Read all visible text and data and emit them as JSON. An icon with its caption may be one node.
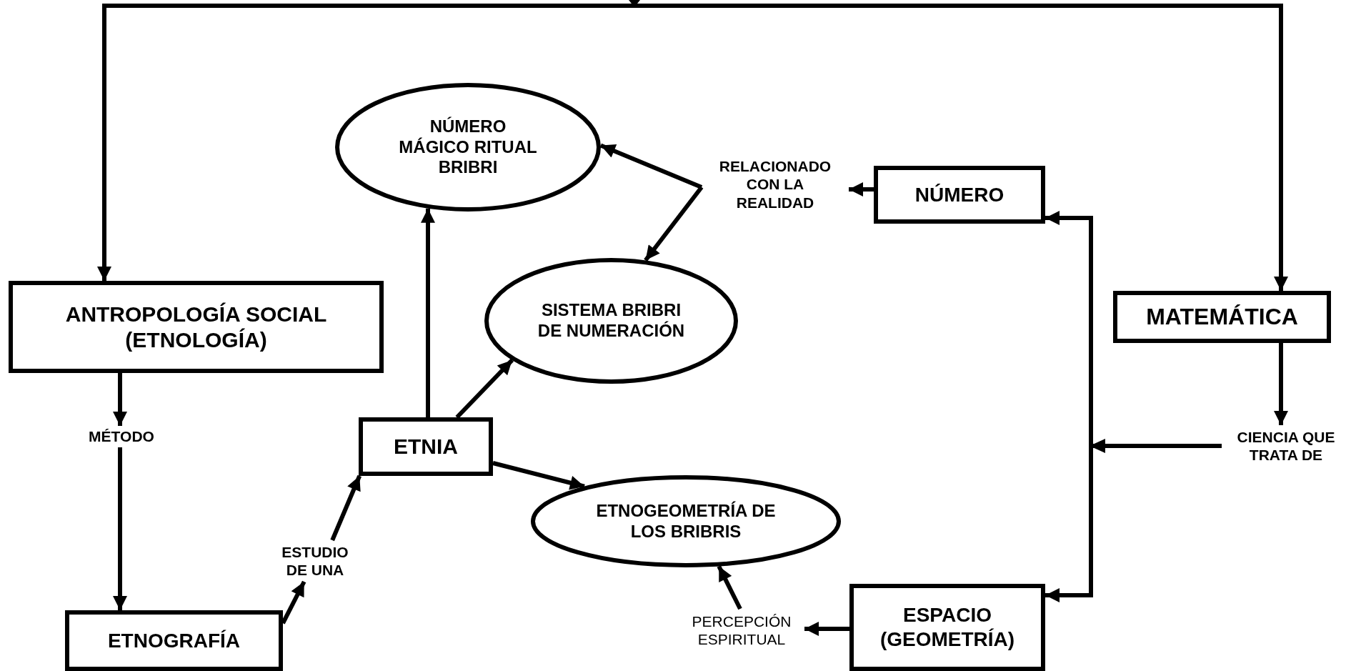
{
  "diagram": {
    "nodes": [
      {
        "text": [
          "ANTROPOLOGÍA SOCIAL (ETNOLOGÍA)"
        ]
      },
      {
        "text": [
          "MÉTODO"
        ]
      },
      {
        "text": [
          "ETNOGRAFÍA"
        ]
      },
      {
        "text": [
          "ESTUDIO DE UNA"
        ]
      },
      {
        "text": [
          "ETNIA"
        ]
      },
      {
        "text": [
          "NÚMERO MÁGICO RITUAL BRIBRI"
        ]
      },
      {
        "text": [
          "SISTEMA BRIBRI DE NUMERACIÓN"
        ]
      },
      {
        "text": [
          "ETNOGEOMETRÍA DE LOS BRIBRIS"
        ]
      },
      {
        "text": [
          "RELACIONADO CON LA REALIDAD"
        ]
      },
      {
        "text": [
          "NÚMERO"
        ]
      },
      {
        "text": [
          "MATEMÁTICA"
        ]
      },
      {
        "text": [
          "CIENCIA QUE TRATA DE"
        ]
      },
      {
        "text": [
          "ESPACIO (GEOMETRÍA)"
        ]
      },
      {
        "text": [
          "PERCEPCIÓN ESPIRITUAL"
        ]
      }
    ],
    "edges": [
      {
        "from": null,
        "to": 0,
        "arrow": "to"
      },
      {
        "from": null,
        "to": 10,
        "arrow": "to"
      },
      {
        "from": 0,
        "to": 1,
        "arrow": "to"
      },
      {
        "from": 1,
        "to": 2,
        "arrow": "to"
      },
      {
        "from": 2,
        "to": 3,
        "arrow": "to"
      },
      {
        "from": 3,
        "to": 4,
        "arrow": "to"
      },
      {
        "from": 4,
        "to": 5,
        "arrow": "to"
      },
      {
        "from": 4,
        "to": 6,
        "arrow": "to"
      },
      {
        "from": 4,
        "to": 7,
        "arrow": "to"
      },
      {
        "from": 8,
        "to": 5,
        "arrow": "to"
      },
      {
        "from": 8,
        "to": 6,
        "arrow": "to"
      },
      {
        "from": 9,
        "to": 8,
        "arrow": "to"
      },
      {
        "from": 10,
        "to": 11,
        "arrow": "to"
      },
      {
        "from": 11,
        "to": 9,
        "arrow": "to"
      },
      {
        "from": 11,
        "to": 12,
        "arrow": "to"
      },
      {
        "from": 12,
        "to": 13,
        "arrow": "to"
      },
      {
        "from": 13,
        "to": 7,
        "arrow": "to"
      }
    ]
  }
}
